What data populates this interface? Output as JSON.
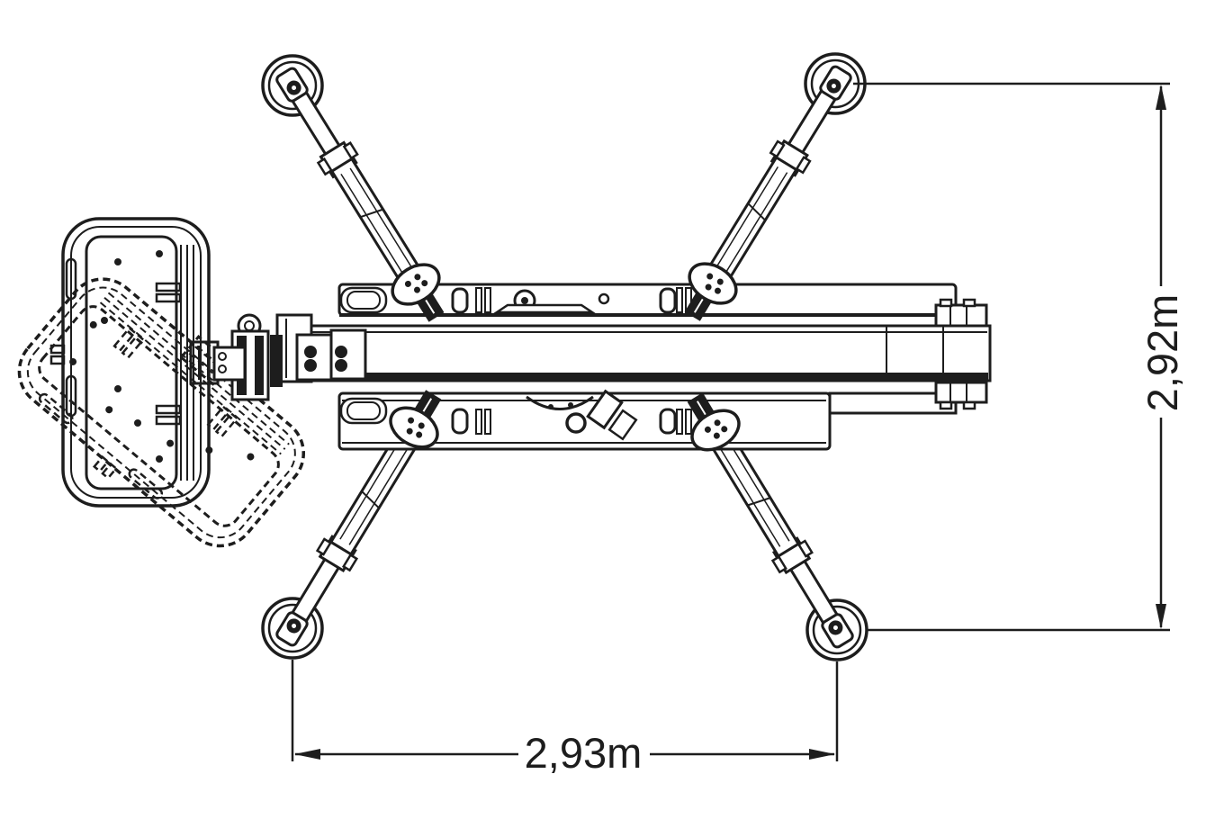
{
  "diagram": {
    "type": "technical-drawing-top-view",
    "subject": "compact aerial work platform with four outriggers extended and rotating work basket",
    "labels": {
      "height": "2,92m",
      "width": "2,93m"
    },
    "colors": {
      "line": "#1d1d1d",
      "background": "#ffffff"
    }
  }
}
